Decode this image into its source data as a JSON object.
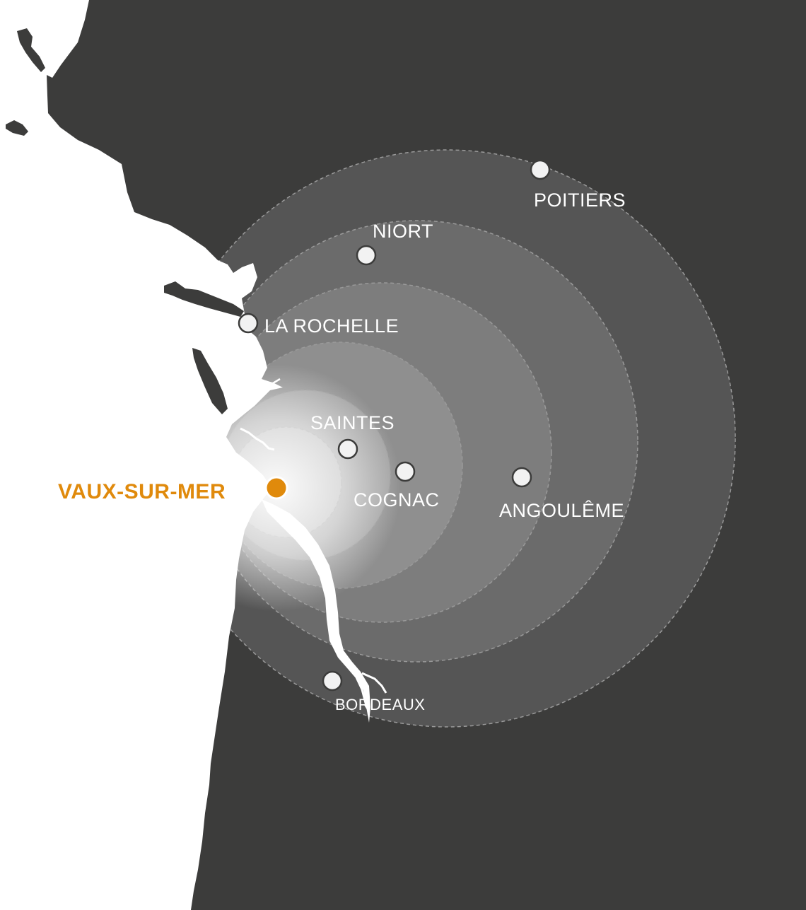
{
  "map": {
    "colors": {
      "land": "#3c3c3b",
      "sea": "#ffffff",
      "city_marker": "#f2f2f2",
      "home_marker": "#e08a0c",
      "label": "#ffffff"
    },
    "home": {
      "name": "VAUX-SUR-MER",
      "icon": "location-marker-icon"
    },
    "cities": [
      {
        "id": "poitiers",
        "name": "POITIERS"
      },
      {
        "id": "niort",
        "name": "NIORT"
      },
      {
        "id": "la-rochelle",
        "name": "LA ROCHELLE"
      },
      {
        "id": "saintes",
        "name": "SAINTES"
      },
      {
        "id": "cognac",
        "name": "COGNAC"
      },
      {
        "id": "angouleme",
        "name": "ANGOULÊME"
      },
      {
        "id": "bordeaux",
        "name": "BORDEAUX"
      }
    ]
  }
}
